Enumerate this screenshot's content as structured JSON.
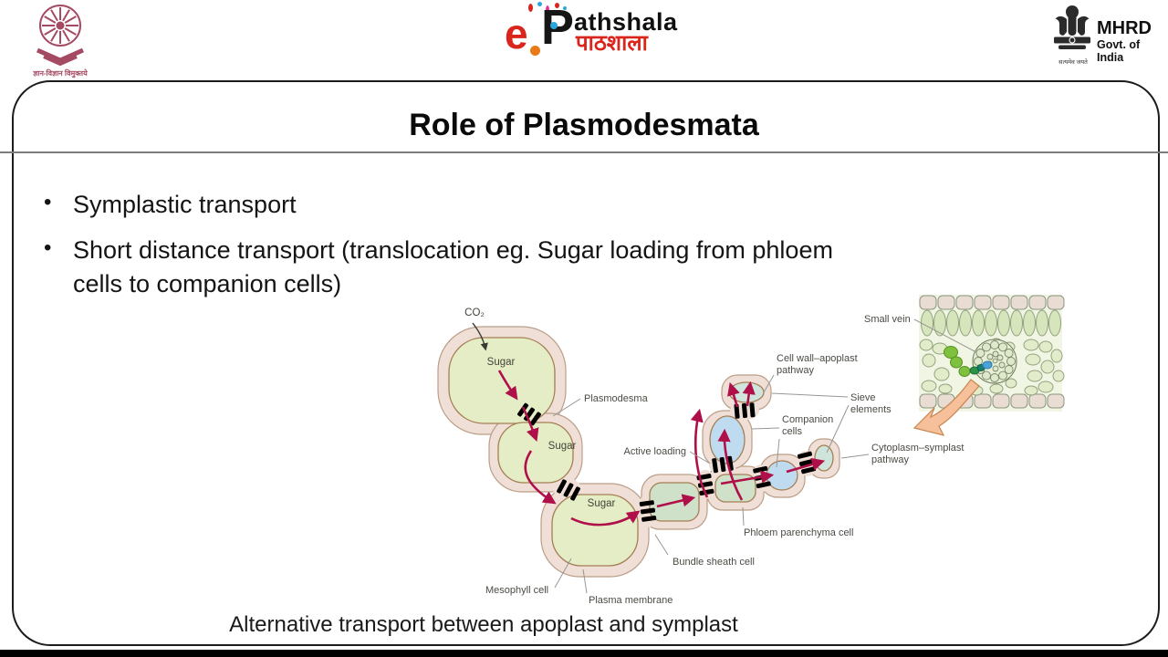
{
  "header": {
    "ugc": {
      "motto": "ज्ञान-विज्ञान विमुक्तये"
    },
    "epathshala": {
      "e": "e",
      "p": "P",
      "latin": "athshala",
      "hindi": "पाठशाला"
    },
    "mhrd": {
      "name": "MHRD",
      "subtitle": "Govt. of India",
      "motto": "सत्यमेव जयते"
    }
  },
  "slide": {
    "title": "Role of Plasmodesmata",
    "bullets": [
      "Symplastic transport",
      "Short distance transport (translocation eg. Sugar loading from phloem cells to companion cells)"
    ],
    "caption": "Alternative transport between apoplast and symplast"
  },
  "diagram": {
    "labels": {
      "co2": "CO₂",
      "sugar": "Sugar",
      "plasmodesma": "Plasmodesma",
      "active_loading": "Active loading",
      "cell_wall_pathway": {
        "l1": "Cell wall–apoplast",
        "l2": "pathway"
      },
      "companion_cells": {
        "l1": "Companion",
        "l2": "cells"
      },
      "sieve_elements": {
        "l1": "Sieve",
        "l2": "elements"
      },
      "small_vein": "Small vein",
      "cytoplasm_pathway": {
        "l1": "Cytoplasm–symplast",
        "l2": "pathway"
      },
      "phloem_parenchyma": "Phloem parenchyma cell",
      "bundle_sheath": "Bundle sheath cell",
      "mesophyll": "Mesophyll cell",
      "plasma_membrane": "Plasma membrane"
    },
    "colors": {
      "cell_wall": "#efdfd6",
      "cytoplasm_green": "#e4edc5",
      "sheath_green": "#cfe2c9",
      "companion_blue": "#bedbf0",
      "sieve_teal": "#cfe4da",
      "arrow_red": "#b0104a",
      "highlight_green": "#7fc13e",
      "orange_arrow": "#f5c09a"
    }
  }
}
